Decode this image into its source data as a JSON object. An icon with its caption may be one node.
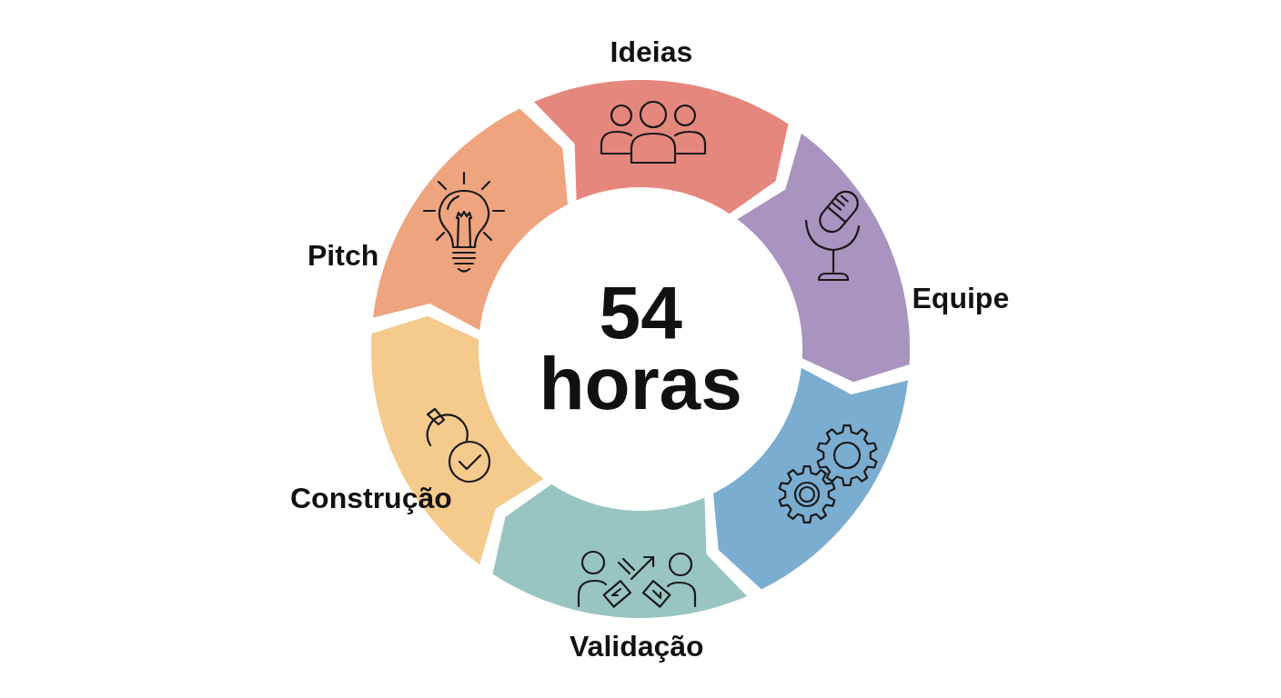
{
  "diagram": {
    "nodes": [
      {
        "text": [
          "Ideias"
        ]
      },
      {
        "text": [
          "Equipe"
        ]
      },
      {
        "text": [],
        "shape": "arc"
      },
      {
        "text": [
          "Validação"
        ]
      },
      {
        "text": [
          "Construção"
        ]
      },
      {
        "text": [
          "Pitch"
        ]
      }
    ],
    "labels": [
      "54 horas"
    ]
  }
}
